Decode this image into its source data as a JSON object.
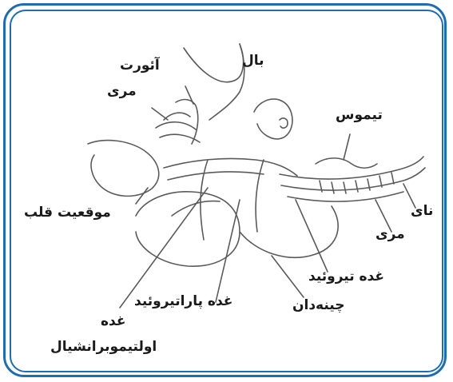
{
  "labels": {
    "wing": "بال",
    "aorta": "آئورت",
    "esophagus_top": "مری",
    "thymus": "تیموس",
    "heart_position": "موقعیت قلب",
    "trachea": "نای",
    "esophagus_right": "مری",
    "thyroid_gland": "غده تیروئید",
    "parathyroid_gland": "غده پاراتیروئید",
    "crop": "چینه‌دان",
    "ultimobranchial_line1": "غده",
    "ultimobranchial_line2": "اولتیموبرانشیال"
  },
  "colors": {
    "border": "#1f6db0",
    "ink": "#5a5a5a"
  }
}
